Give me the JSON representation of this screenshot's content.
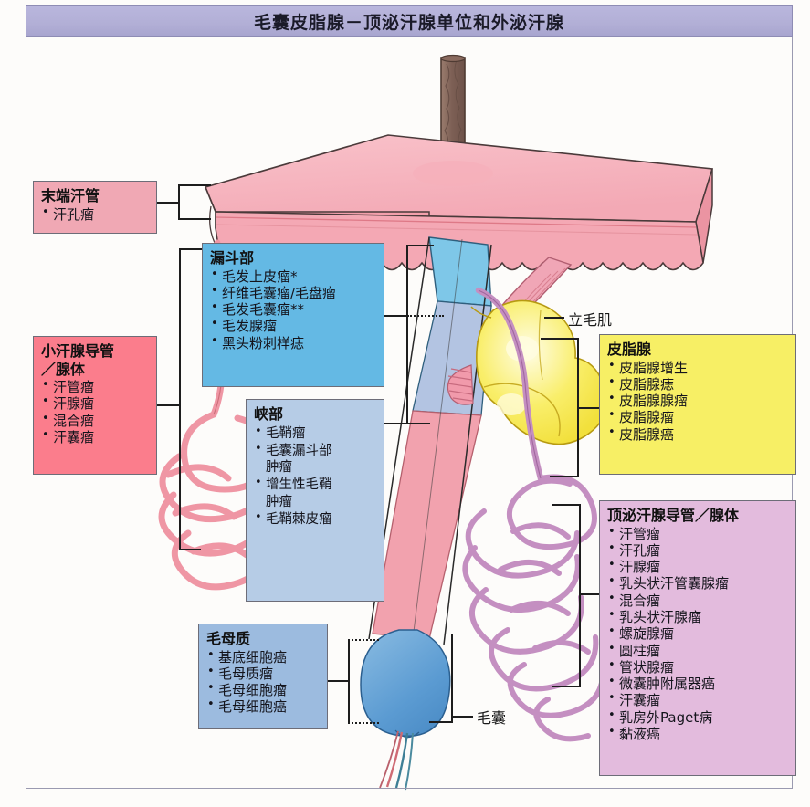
{
  "header": {
    "title": "毛囊皮脂腺－顶泌汗腺单位和外泌汗腺"
  },
  "boxes": {
    "terminal_duct": {
      "heading": "末端汗管",
      "items": [
        "汗孔瘤"
      ],
      "color": "#f0a8b4"
    },
    "eccrine_duct_gland": {
      "heading": "小汗腺导管\n／腺体",
      "items": [
        "汗管瘤",
        "汗腺瘤",
        "混合瘤",
        "汗囊瘤"
      ],
      "color": "#fb7d8c"
    },
    "infundibulum": {
      "heading": "漏斗部",
      "items": [
        "毛发上皮瘤*",
        "纤维毛囊瘤/毛盘瘤",
        "毛发毛囊瘤**",
        "毛发腺瘤",
        "黑头粉刺样痣"
      ],
      "color": "#64b9e4"
    },
    "isthmus": {
      "heading": "峡部",
      "items": [
        "毛鞘瘤",
        "毛囊漏斗部\n肿瘤",
        "增生性毛鞘\n肿瘤",
        "毛鞘棘皮瘤"
      ],
      "color": "#b6cce6"
    },
    "matrix": {
      "heading": "毛母质",
      "items": [
        "基底细胞癌",
        "毛母质瘤",
        "毛母细胞瘤",
        "毛母细胞癌"
      ],
      "color": "#9cbbdf"
    },
    "sebaceous": {
      "heading": "皮脂腺",
      "items": [
        "皮脂腺增生",
        "皮脂腺痣",
        "皮脂腺腺瘤",
        "皮脂腺瘤",
        "皮脂腺癌"
      ],
      "color": "#f7ef65"
    },
    "apocrine": {
      "heading": "顶泌汗腺导管／腺体",
      "items": [
        "汗管瘤",
        "汗孔瘤",
        "汗腺瘤",
        "乳头状汗管囊腺瘤",
        "混合瘤",
        "乳头状汗腺瘤",
        "螺旋腺瘤",
        "圆柱瘤",
        "管状腺瘤",
        "微囊肿附属器癌",
        "汗囊瘤",
        "乳房外Paget病",
        "黏液癌"
      ],
      "color": "#e3bbdd"
    }
  },
  "annotations": {
    "arrector_pili": "立毛肌",
    "hair_follicle": "毛囊"
  },
  "palette": {
    "title_bar": "#b2afd6",
    "skin_top": "#f6b3bd",
    "skin_side": "#f3a0ac",
    "hair_shaft": "#8a6a5e",
    "infundibulum_blue": "#7ec7e8",
    "isthmus_blue": "#adc0e0",
    "lower_follicle_pink": "#f4a3ae",
    "bulb_blue": "#5d9dd4",
    "sebaceous_yellow": "#f8e84e",
    "apocrine_purple": "#dcb4da",
    "eccrine_pink": "#ef9aa6",
    "muscle_pink": "#f0a8b8"
  }
}
